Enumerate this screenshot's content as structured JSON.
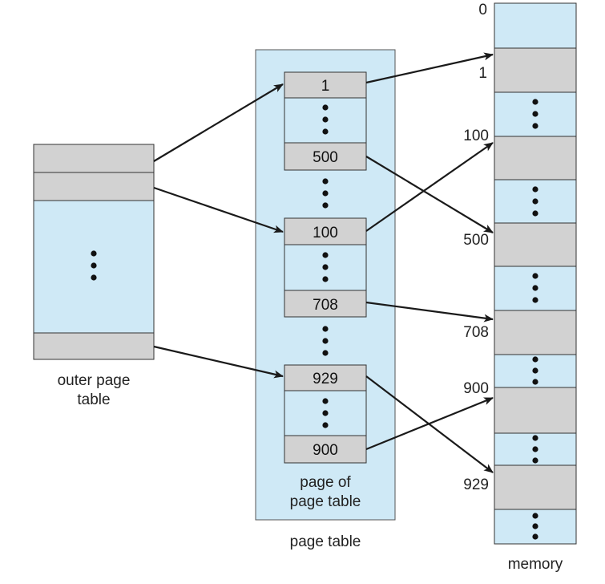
{
  "colors": {
    "light_blue": "#cfe9f6",
    "gray": "#d2d2d2",
    "stroke": "#333333",
    "arrow": "#1a1a1a"
  },
  "outer_page_table": {
    "label_line1": "outer page",
    "label_line2": "table"
  },
  "page_table": {
    "label": "page table",
    "inner_label_line1": "page of",
    "inner_label_line2": "page table",
    "blocks": [
      {
        "top": "1",
        "bottom": "500"
      },
      {
        "top": "100",
        "bottom": "708"
      },
      {
        "top": "929",
        "bottom": "900"
      }
    ]
  },
  "memory": {
    "label": "memory",
    "frame_labels": [
      "0",
      "1",
      "100",
      "500",
      "708",
      "900",
      "929"
    ]
  },
  "icons": {
    "ellipsis": "vertical-ellipsis-icon",
    "arrow": "arrow-icon"
  }
}
